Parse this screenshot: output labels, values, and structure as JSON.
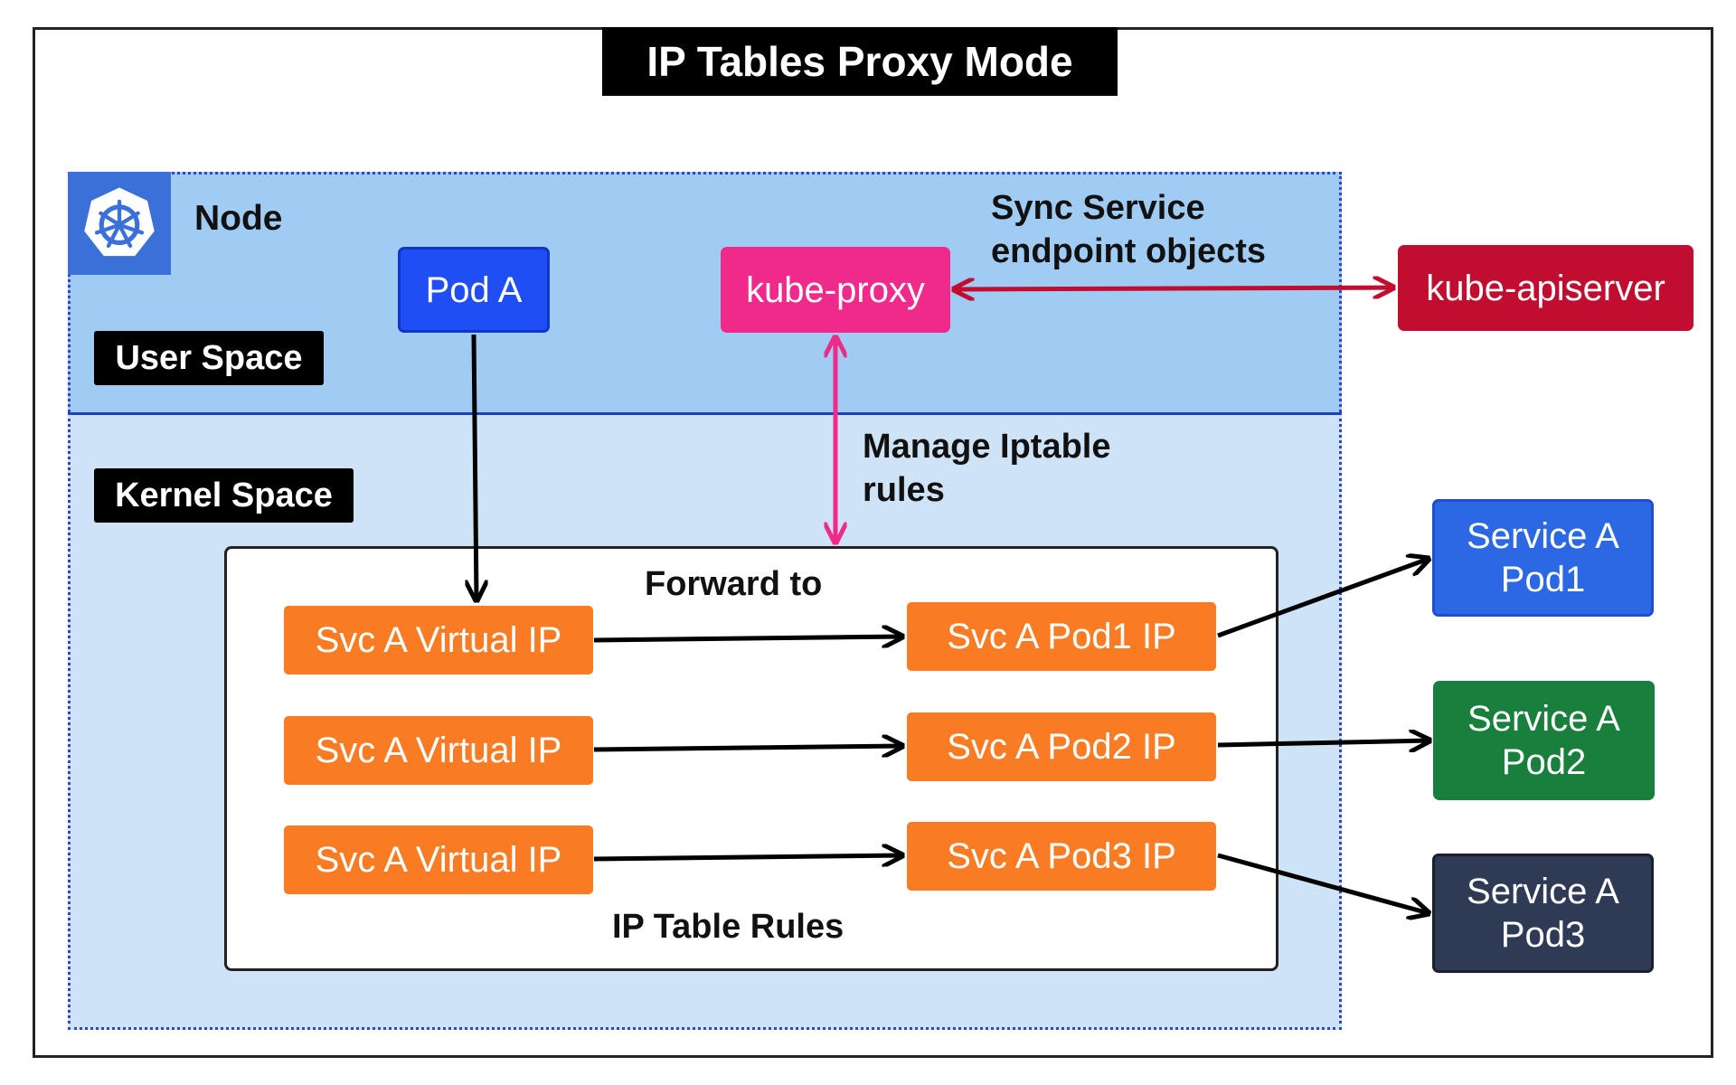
{
  "title": "IP Tables Proxy Mode",
  "node": {
    "label": "Node",
    "logo_icon": "kubernetes-helm-wheel-icon",
    "user_space_label": "User Space",
    "kernel_space_label": "Kernel Space"
  },
  "components": {
    "pod_a": "Pod A",
    "kube_proxy": "kube-proxy",
    "kube_apiserver": "kube-apiserver"
  },
  "edges": {
    "sync_label_line1": "Sync Service",
    "sync_label_line2": "endpoint objects",
    "manage_label_line1": "Manage Iptable",
    "manage_label_line2": "rules"
  },
  "ip_table_rules": {
    "forward_label": "Forward to",
    "caption": "IP Table Rules",
    "rows": [
      {
        "virtual_ip": "Svc A Virtual IP",
        "pod_ip": "Svc A Pod1 IP"
      },
      {
        "virtual_ip": "Svc A Virtual IP",
        "pod_ip": "Svc A Pod2 IP"
      },
      {
        "virtual_ip": "Svc A Virtual IP",
        "pod_ip": "Svc A Pod3 IP"
      }
    ]
  },
  "service_pods": [
    {
      "line1": "Service A",
      "line2": "Pod1"
    },
    {
      "line1": "Service A",
      "line2": "Pod2"
    },
    {
      "line1": "Service A",
      "line2": "Pod3"
    }
  ],
  "colors": {
    "pod_a": "#1f4ef5",
    "kube_proxy": "#f02a8a",
    "kube_apiserver": "#c10d2f",
    "rule_boxes": "#f97c24",
    "pod1": "#2c68e3",
    "pod2": "#197f3d",
    "pod3": "#2f3b55",
    "user_space_bg": "#a0ccf3",
    "kernel_space_bg": "#cfe3f6"
  }
}
